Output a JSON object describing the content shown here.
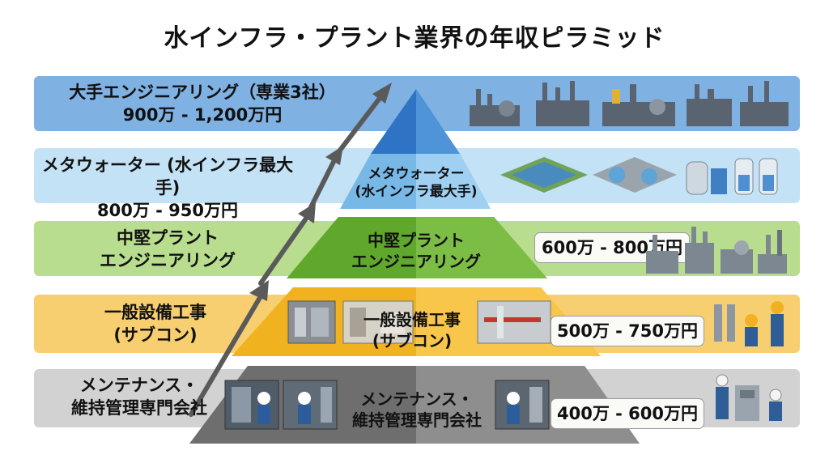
{
  "title": "水インフラ・プラント業界の年収ピラミッド",
  "tiers": [
    {
      "band_label_lines": [
        "大手エンジニアリング（専業3社）",
        "900万 - 1,200万円"
      ],
      "pyramid_label_lines": [],
      "salary": "",
      "color": "#7fb2e3",
      "icons": "refinery-plants-illustration"
    },
    {
      "band_label_lines": [
        "メタウォーター (水インフラ最大手)",
        "800万 - 950万円"
      ],
      "pyramid_label_lines": [
        "メタウォーター",
        "(水インフラ最大手)"
      ],
      "salary": "",
      "color": "#bfe0f5",
      "icons": "water-treatment-illustration"
    },
    {
      "band_label_lines": [
        "中堅プラント",
        "エンジニアリング"
      ],
      "pyramid_label_lines": [
        "中堅プラント",
        "エンジニアリング"
      ],
      "salary": "600万 - 800万円",
      "color": "#b6dc8c",
      "icons": "mid-plant-illustration"
    },
    {
      "band_label_lines": [
        "一般設備工事",
        "(サブコン)"
      ],
      "pyramid_label_lines": [
        "一般設備工事",
        "(サブコン)"
      ],
      "salary": "500万 - 750万円",
      "color": "#f8cf70",
      "icons": "equipment-worker-illustration"
    },
    {
      "band_label_lines": [
        "メンテナンス・",
        "維持管理専門会社"
      ],
      "pyramid_label_lines": [
        "メンテナンス・",
        "維持管理専門会社"
      ],
      "salary": "400万 - 600万円",
      "color": "#d4d4d4",
      "icons": "maintenance-worker-illustration"
    }
  ]
}
